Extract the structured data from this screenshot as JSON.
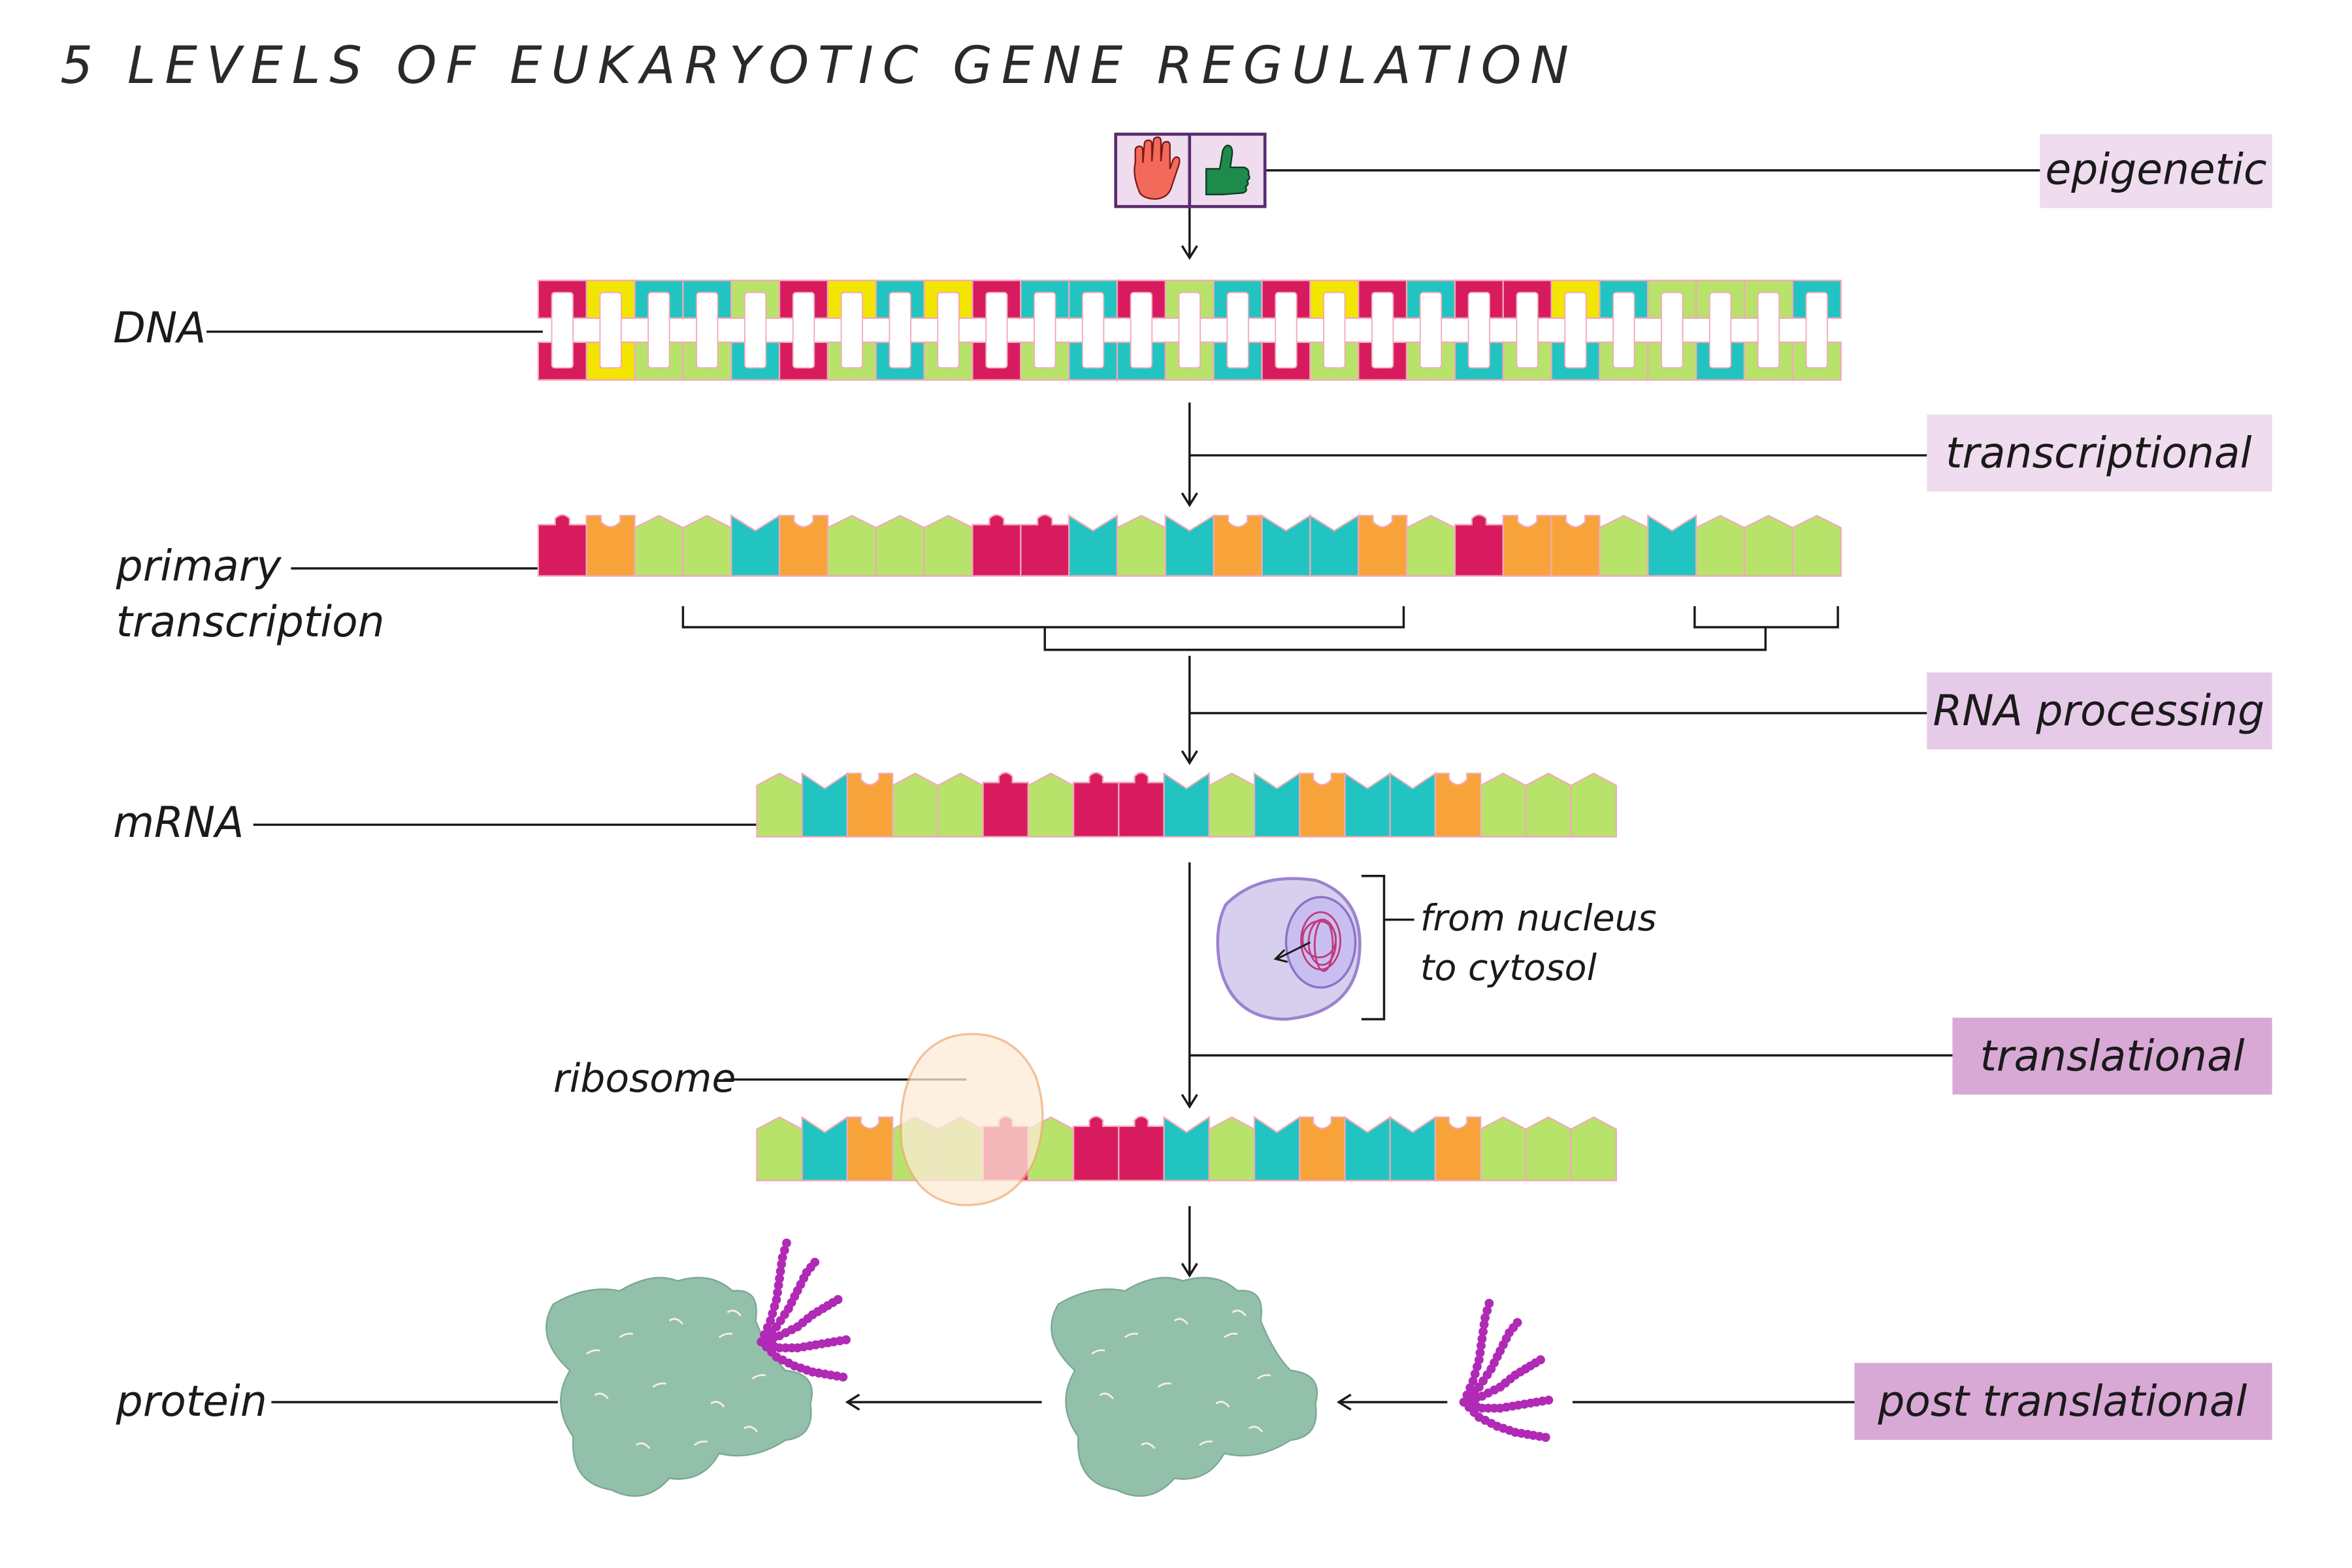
{
  "title": "5 LEVELS OF EUKARYOTIC GENE REGULATION",
  "levels": {
    "epigenetic": "epigenetic",
    "transcriptional": "transcriptional",
    "rna_processing": "RNA processing",
    "translational": "translational",
    "post_translational": "post translational"
  },
  "structures": {
    "dna": "DNA",
    "primary_transcription_line1": "primary",
    "primary_transcription_line2": "transcription",
    "mrna": "mRNA",
    "ribosome": "ribosome",
    "protein": "protein"
  },
  "annotation": {
    "line1": "from nucleus",
    "line2": "to cytosol"
  },
  "colors": {
    "magenta": "#d81b5f",
    "yellow": "#f2e500",
    "teal": "#22c4c2",
    "lime": "#b8e36a",
    "orange": "#f7a33a",
    "strand_outline": "#f2a9b8",
    "box_light": "#efdcef",
    "box_mid": "#e6cbe8",
    "box_dark": "#d9a9d6",
    "protein": "#93c0aa",
    "chain": "#b02ab5",
    "cell": "#d6d0ee",
    "cell_edge": "#9b83cf",
    "ribosome_fill": "#fdebd8",
    "ribosome_edge": "#eeae7a",
    "stop_hand": "#f46a5a",
    "thumbs_up": "#1e8a4c"
  },
  "sequences": {
    "dna_top": [
      "M",
      "Y",
      "T",
      "T",
      "L",
      "M",
      "Y",
      "T",
      "Y",
      "M",
      "T",
      "T",
      "M",
      "L",
      "T",
      "M",
      "Y",
      "M",
      "T",
      "M",
      "M",
      "Y",
      "T",
      "L",
      "L",
      "L",
      "T"
    ],
    "dna_bottom": [
      "M",
      "Y",
      "L",
      "L",
      "T",
      "M",
      "L",
      "T",
      "L",
      "M",
      "L",
      "T",
      "T",
      "L",
      "T",
      "M",
      "L",
      "M",
      "L",
      "T",
      "L",
      "T",
      "L",
      "L",
      "T",
      "L",
      "L"
    ],
    "primary": [
      "M",
      "O",
      "L",
      "L",
      "T",
      "O",
      "L",
      "L",
      "L",
      "M",
      "M",
      "T",
      "L",
      "T",
      "O",
      "T",
      "T",
      "O",
      "L",
      "M",
      "O",
      "O",
      "L",
      "T",
      "L",
      "L",
      "L"
    ],
    "mrna": [
      "L",
      "T",
      "O",
      "L",
      "L",
      "M",
      "L",
      "M",
      "M",
      "T",
      "L",
      "T",
      "O",
      "T",
      "T",
      "O",
      "L",
      "L",
      "L"
    ]
  },
  "sequence_legend": {
    "M": "magenta",
    "Y": "yellow",
    "T": "teal",
    "L": "lime",
    "O": "orange"
  }
}
